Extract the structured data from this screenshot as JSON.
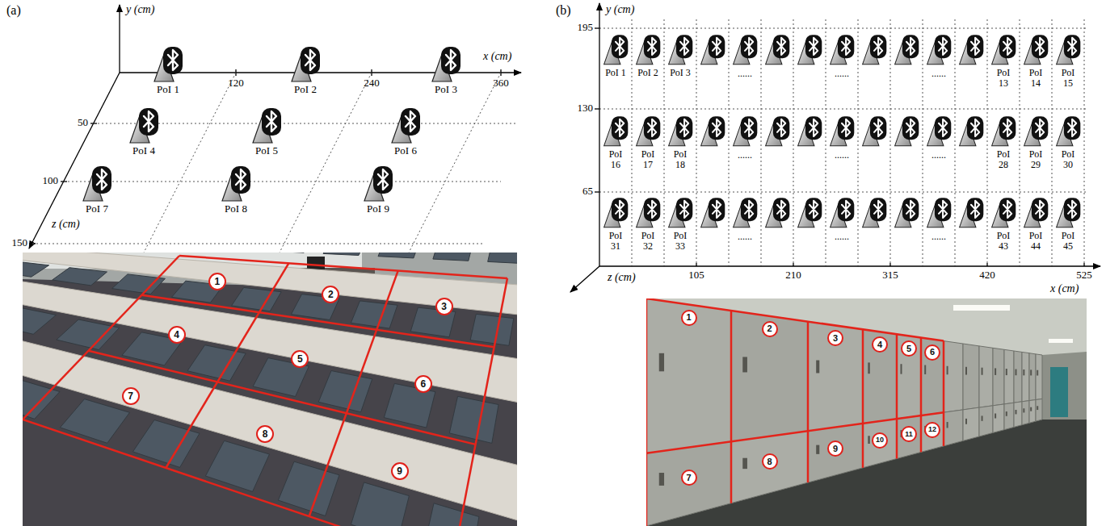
{
  "diagram": {
    "labels": [
      "(a)",
      "y (cm)",
      "x (cm)",
      "120",
      "240",
      "360",
      "50",
      "100",
      "150",
      "z (cm)",
      "PoI 1",
      "PoI 2",
      "PoI 3",
      "PoI 4",
      "PoI 5",
      "PoI 6",
      "PoI 7",
      "PoI 8",
      "PoI 9",
      "1",
      "2",
      "3",
      "4",
      "5",
      "6",
      "7",
      "8",
      "9",
      "(b)",
      "y (cm)",
      "195",
      "130",
      "65",
      "105",
      "210",
      "315",
      "420",
      "525",
      "x (cm)",
      "z (cm)",
      "PoI 1",
      "PoI 2",
      "PoI 3",
      "PoI 13",
      "PoI 14",
      "PoI 15",
      "PoI 16",
      "PoI 17",
      "PoI 18",
      "PoI 28",
      "PoI 29",
      "PoI 30",
      "PoI 31",
      "PoI 32",
      "PoI 33",
      "PoI 43",
      "PoI 44",
      "PoI 45",
      "......",
      "......",
      "......",
      "......",
      "......",
      "......",
      "......",
      "......",
      "......",
      "1",
      "2",
      "3",
      "4",
      "5",
      "6",
      "7",
      "8",
      "9",
      "10",
      "11",
      "12"
    ]
  }
}
